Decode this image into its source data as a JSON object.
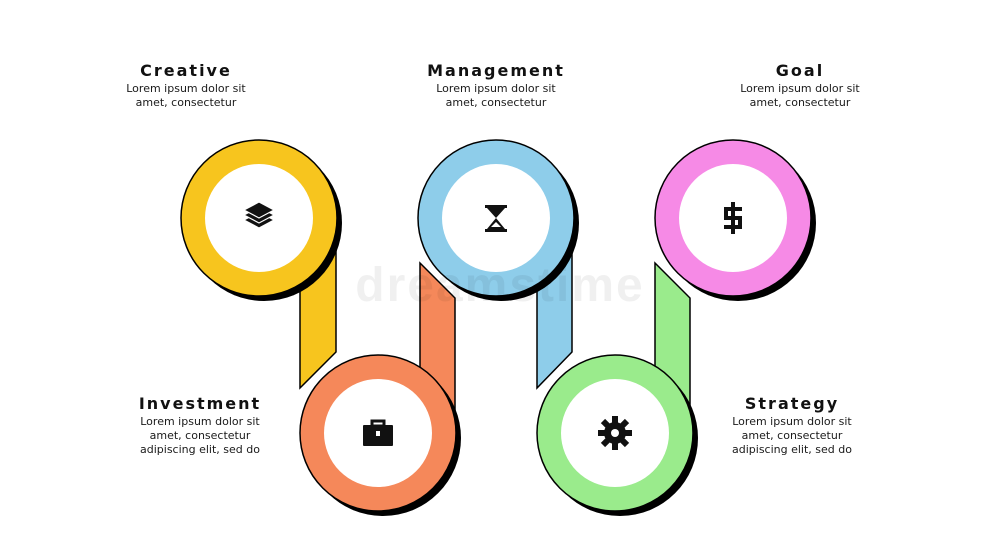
{
  "steps": [
    {
      "id": "creative",
      "title": "Creative",
      "desc_line1": "Lorem ipsum dolor sit",
      "desc_line2": "amet, consectetur",
      "icon": "layers-icon",
      "color": "#F7C51E"
    },
    {
      "id": "investment",
      "title": "Investment",
      "desc_line1": "Lorem ipsum dolor sit",
      "desc_line2": "amet, consectetur",
      "desc_line3": "adipiscing elit, sed do",
      "icon": "briefcase-icon",
      "color": "#F5885A"
    },
    {
      "id": "management",
      "title": "Management",
      "desc_line1": "Lorem ipsum dolor sit",
      "desc_line2": "amet, consectetur",
      "icon": "hourglass-icon",
      "color": "#8ECDEA"
    },
    {
      "id": "strategy",
      "title": "Strategy",
      "desc_line1": "Lorem ipsum dolor sit",
      "desc_line2": "amet, consectetur",
      "desc_line3": "adipiscing elit, sed do",
      "icon": "gear-icon",
      "color": "#9AEB8C"
    },
    {
      "id": "goal",
      "title": "Goal",
      "desc_line1": "Lorem ipsum dolor sit",
      "desc_line2": "amet, consectetur",
      "icon": "dollar-icon",
      "color": "#F68AE6"
    }
  ],
  "watermark": "dreamstime"
}
